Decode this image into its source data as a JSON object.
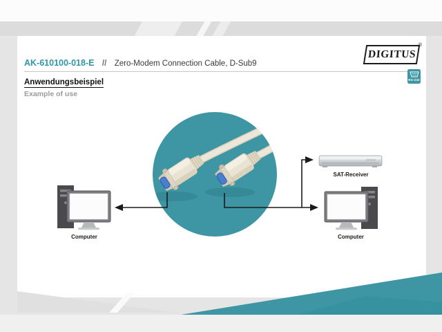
{
  "brand": {
    "logo_text": "DIGITUS",
    "registered_mark": "®"
  },
  "header": {
    "product_code": "AK-610100-018-E",
    "separator": "//",
    "product_title": "Zero-Modem Connection Cable, D-Sub9"
  },
  "interface_badge": {
    "label": "RS-232",
    "icon": "dsub9-connector-icon"
  },
  "section": {
    "heading_de": "Anwendungsbeispiel",
    "heading_en": "Example of use"
  },
  "diagram": {
    "left_computer_label": "Computer",
    "right_computer_label": "Computer",
    "sat_receiver_label": "SAT-Receiver"
  },
  "colors": {
    "accent_teal": "#3E96A4",
    "accent_teal_dark": "#35909E",
    "product_code_teal": "#2E96A4",
    "muted_text_gray": "#9B9B9B",
    "dark_text": "#3A3A3A",
    "diagram_line": "#1A1A1A",
    "connector_beige": "#E9E3D3",
    "connector_blue": "#4A7ED2"
  }
}
